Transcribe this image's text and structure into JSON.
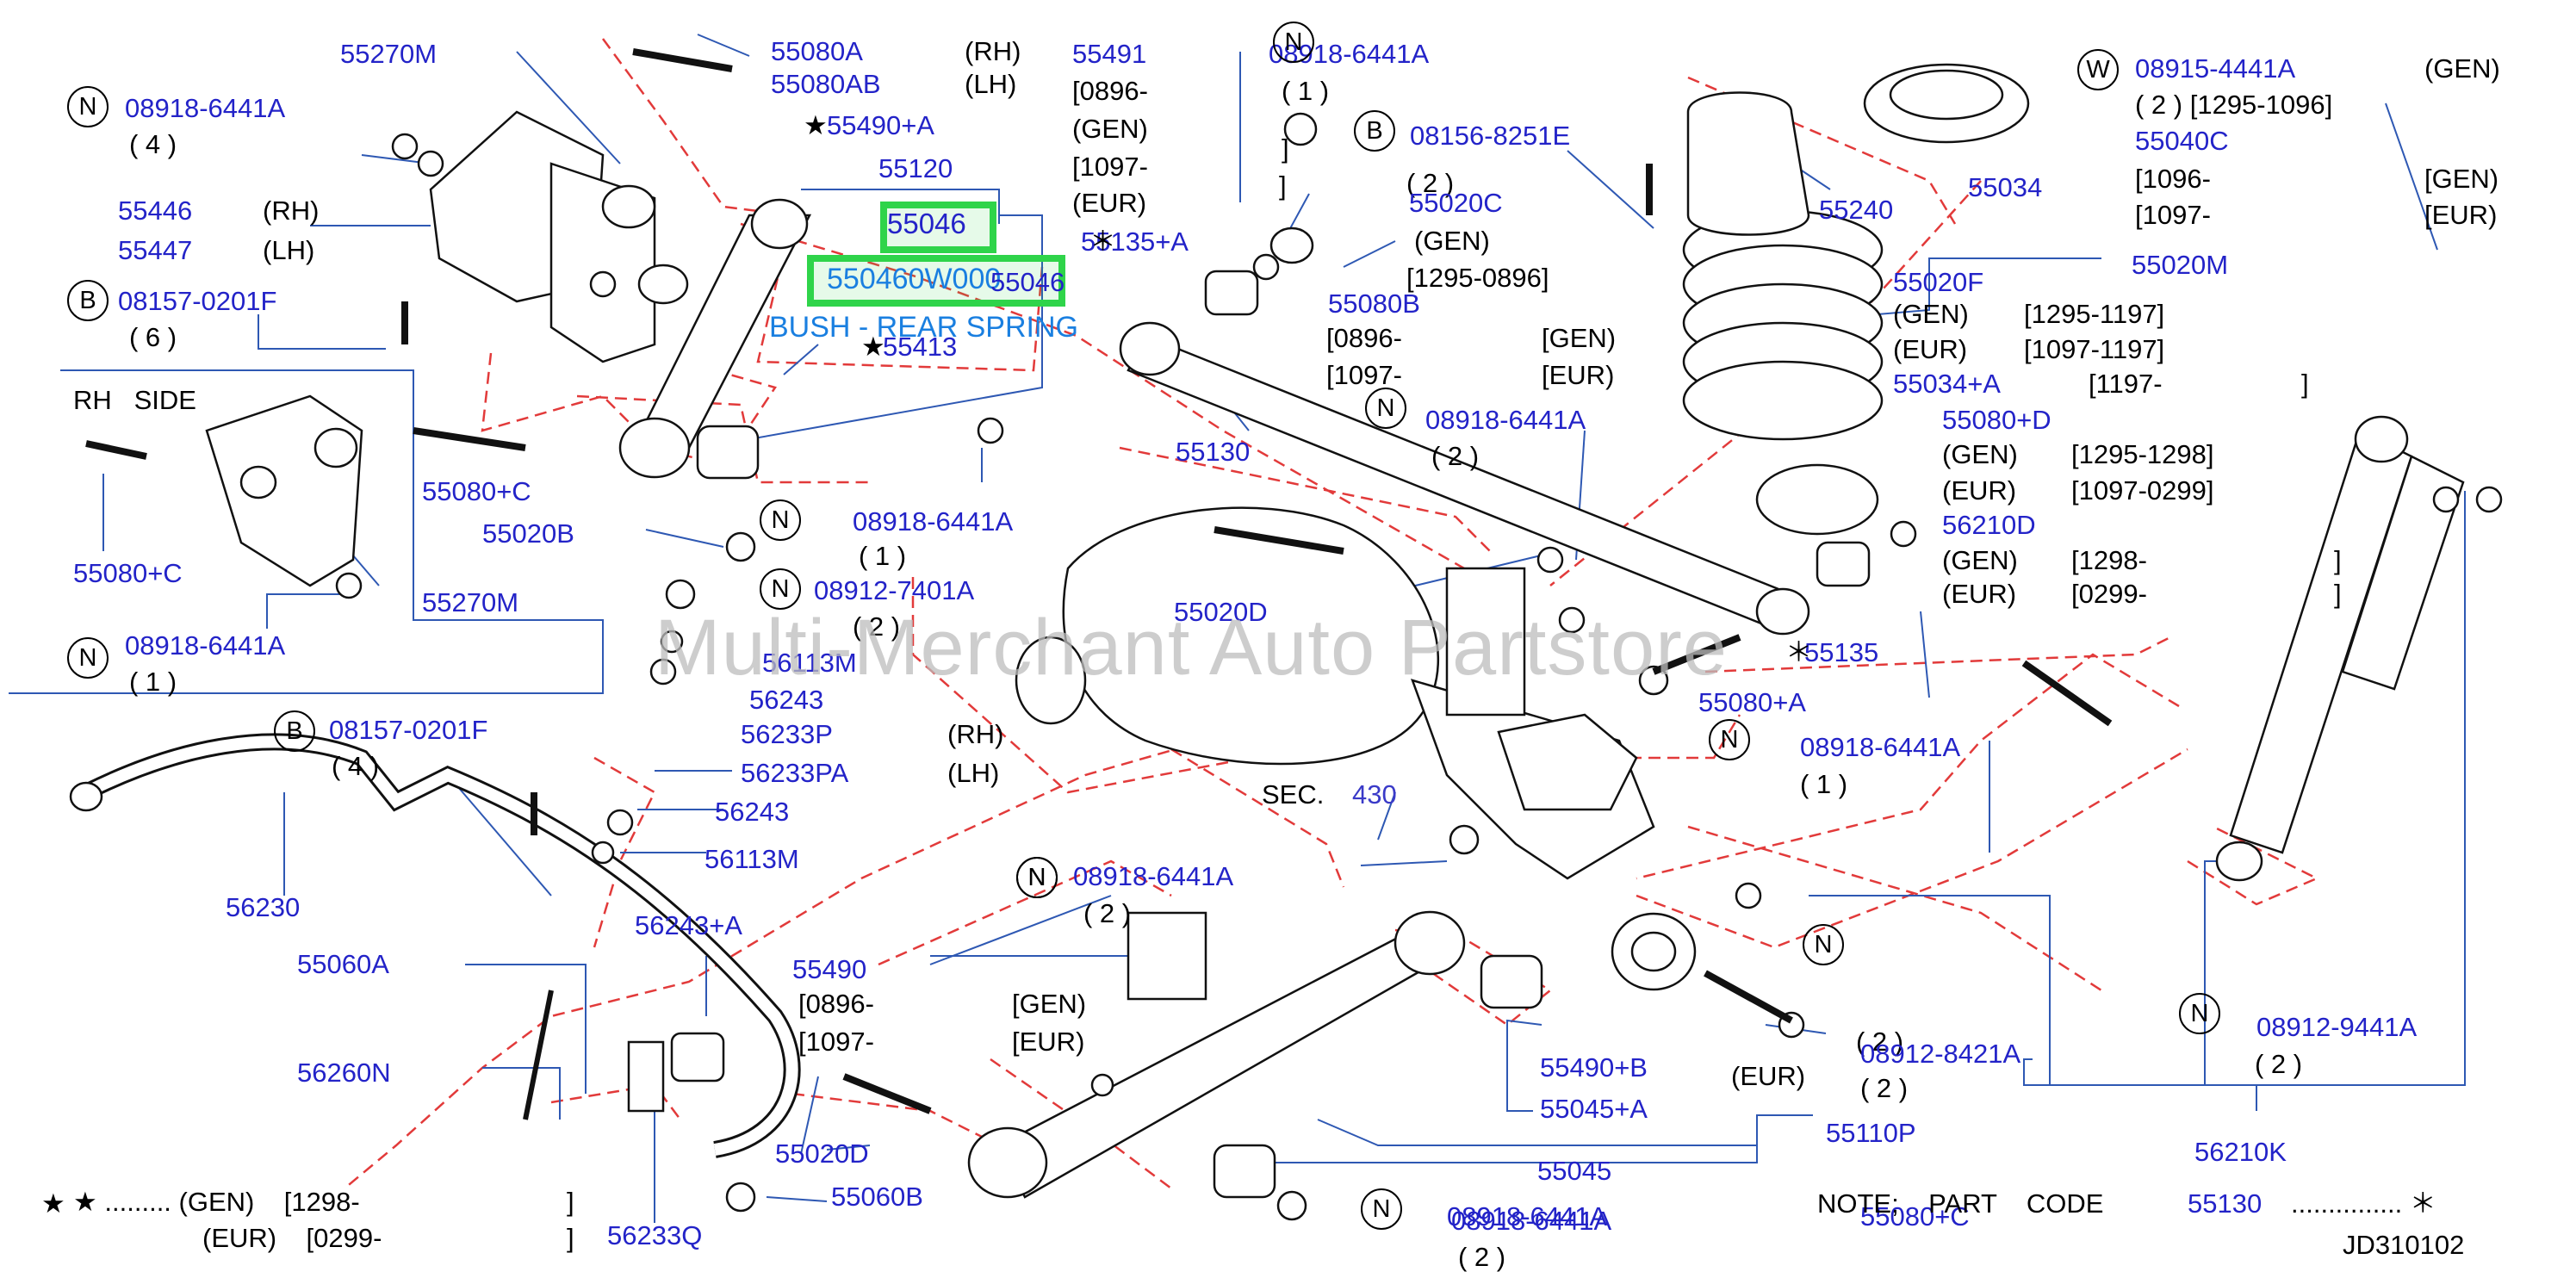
{
  "diagram_code": "JD310102",
  "watermark": "Multi-Merchant Auto Partstore",
  "sec_label": "SEC.",
  "sec_number": "430",
  "highlight": {
    "selected_part": "55046",
    "popup_part": "550460W000",
    "popup_overlap": "55046",
    "popup_description": "BUSH - REAR SPRING"
  },
  "circle_letters": [
    "N",
    "N",
    "B",
    "B",
    "N",
    "N",
    "N",
    "N",
    "N",
    "B",
    "N",
    "N",
    "N",
    "N",
    "N",
    "W"
  ],
  "labels": [
    {
      "t": "55270M",
      "k": "pn"
    },
    {
      "t": "08918-6441A",
      "k": "pn"
    },
    {
      "t": "( 4 )",
      "k": "blk"
    },
    {
      "t": "55446",
      "k": "pn"
    },
    {
      "t": "(RH)",
      "k": "blk"
    },
    {
      "t": "55447",
      "k": "pn"
    },
    {
      "t": "(LH)",
      "k": "blk"
    },
    {
      "t": "08157-0201F",
      "k": "pn"
    },
    {
      "t": "( 6 )",
      "k": "blk"
    },
    {
      "t": "RH   SIDE",
      "k": "blk"
    },
    {
      "t": "55080+C",
      "k": "pn"
    },
    {
      "t": "55080+C",
      "k": "pn"
    },
    {
      "t": "55020B",
      "k": "pn"
    },
    {
      "t": "55270M",
      "k": "pn"
    },
    {
      "t": "08918-6441A",
      "k": "pn"
    },
    {
      "t": "( 1 )",
      "k": "blk"
    },
    {
      "t": "55080A",
      "k": "pn"
    },
    {
      "t": "55080AB",
      "k": "pn"
    },
    {
      "t": "(RH)",
      "k": "blk"
    },
    {
      "t": "(LH)",
      "k": "blk"
    },
    {
      "t": "55490+A",
      "k": "pn"
    },
    {
      "t": "55491",
      "k": "pn"
    },
    {
      "t": "[0896-",
      "k": "blk"
    },
    {
      "t": "(GEN)",
      "k": "blk"
    },
    {
      "t": "[1097-",
      "k": "blk"
    },
    {
      "t": "(EUR)",
      "k": "blk"
    },
    {
      "t": "55120",
      "k": "pn"
    },
    {
      "t": "55135+A",
      "k": "pn"
    },
    {
      "t": "55413",
      "k": "pn"
    },
    {
      "t": "08918-6441A",
      "k": "pn"
    },
    {
      "t": "( 1 )",
      "k": "blk"
    },
    {
      "t": "08912-7401A",
      "k": "pn"
    },
    {
      "t": "( 2 )",
      "k": "blk"
    },
    {
      "t": "56113M",
      "k": "pn"
    },
    {
      "t": "56243",
      "k": "pn"
    },
    {
      "t": "56233P",
      "k": "pn"
    },
    {
      "t": "(RH)",
      "k": "blk"
    },
    {
      "t": "56233PA",
      "k": "pn"
    },
    {
      "t": "(LH)",
      "k": "blk"
    },
    {
      "t": "56243",
      "k": "pn"
    },
    {
      "t": "56113M",
      "k": "pn"
    },
    {
      "t": "08157-0201F",
      "k": "pn"
    },
    {
      "t": "( 4 )",
      "k": "blk"
    },
    {
      "t": "56230",
      "k": "pn"
    },
    {
      "t": "55060A",
      "k": "pn"
    },
    {
      "t": "56243+A",
      "k": "pn"
    },
    {
      "t": "56260N",
      "k": "pn"
    },
    {
      "t": "55490",
      "k": "pn"
    },
    {
      "t": "[0896-",
      "k": "blk"
    },
    {
      "t": "[1097-",
      "k": "blk"
    },
    {
      "t": "[GEN)",
      "k": "blk"
    },
    {
      "t": "[EUR)",
      "k": "blk"
    },
    {
      "t": "55020D",
      "k": "pn"
    },
    {
      "t": "55060B",
      "k": "pn"
    },
    {
      "t": "56233Q",
      "k": "pn"
    },
    {
      "t": "★ ......... (GEN)    [1298-",
      "k": "blk"
    },
    {
      "t": "]",
      "k": "blk"
    },
    {
      "t": "(EUR)    [0299-",
      "k": "blk"
    },
    {
      "t": "]",
      "k": "blk"
    },
    {
      "t": "08918-6441A",
      "k": "pn"
    },
    {
      "t": "( 2 )",
      "k": "blk"
    },
    {
      "t": "08918-6441A",
      "k": "pn"
    },
    {
      "t": "( 1 )",
      "k": "blk"
    },
    {
      "t": "]",
      "k": "blk"
    },
    {
      "t": "]",
      "k": "blk"
    },
    {
      "t": "08156-8251E",
      "k": "pn"
    },
    {
      "t": "( 2 )",
      "k": "blk"
    },
    {
      "t": "55020C",
      "k": "pn"
    },
    {
      "t": "(GEN)",
      "k": "blk"
    },
    {
      "t": "[1295-0896]",
      "k": "blk"
    },
    {
      "t": "55080B",
      "k": "pn"
    },
    {
      "t": "[0896-",
      "k": "blk"
    },
    {
      "t": "[GEN)",
      "k": "blk"
    },
    {
      "t": "[1097-",
      "k": "blk"
    },
    {
      "t": "[EUR)",
      "k": "blk"
    },
    {
      "t": "55130",
      "k": "pn"
    },
    {
      "t": "08918-6441A",
      "k": "pn"
    },
    {
      "t": "( 2 )",
      "k": "blk"
    },
    {
      "t": "55020D",
      "k": "pn"
    },
    {
      "t": "55135",
      "k": "pn"
    },
    {
      "t": "55080+A",
      "k": "pn"
    },
    {
      "t": "08918-6441A",
      "k": "pn"
    },
    {
      "t": "( 1 )",
      "k": "blk"
    },
    {
      "t": "08918-6441A",
      "k": "pn"
    },
    {
      "t": "( 2 )",
      "k": "blk"
    },
    {
      "t": "55490+B",
      "k": "pn"
    },
    {
      "t": "55045+A",
      "k": "pn"
    },
    {
      "t": "(EUR)",
      "k": "blk"
    },
    {
      "t": "55045",
      "k": "pn"
    },
    {
      "t": "55110P",
      "k": "pn"
    },
    {
      "t": "08918-6441A",
      "k": "pn"
    },
    {
      "t": "( 2 )",
      "k": "blk"
    },
    {
      "t": "55080+C",
      "k": "pn"
    },
    {
      "t": "08912-8421A",
      "k": "pn"
    },
    {
      "t": "( 2 )",
      "k": "blk"
    },
    {
      "t": "55240",
      "k": "pn"
    },
    {
      "t": "55034",
      "k": "pn"
    },
    {
      "t": "55020M",
      "k": "pn"
    },
    {
      "t": "55020F",
      "k": "pn"
    },
    {
      "t": "(GEN)",
      "k": "blk"
    },
    {
      "t": "[1295-1197]",
      "k": "blk"
    },
    {
      "t": "(EUR)",
      "k": "blk"
    },
    {
      "t": "[1097-1197]",
      "k": "blk"
    },
    {
      "t": "55034+A",
      "k": "pn"
    },
    {
      "t": "[1197-",
      "k": "blk"
    },
    {
      "t": "]",
      "k": "blk"
    },
    {
      "t": "55080+D",
      "k": "pn"
    },
    {
      "t": "(GEN)",
      "k": "blk"
    },
    {
      "t": "[1295-1298]",
      "k": "blk"
    },
    {
      "t": "(EUR)",
      "k": "blk"
    },
    {
      "t": "[1097-0299]",
      "k": "blk"
    },
    {
      "t": "56210D",
      "k": "pn"
    },
    {
      "t": "(GEN)",
      "k": "blk"
    },
    {
      "t": "[1298-",
      "k": "blk"
    },
    {
      "t": "]",
      "k": "blk"
    },
    {
      "t": "(EUR)",
      "k": "blk"
    },
    {
      "t": "[0299-",
      "k": "blk"
    },
    {
      "t": "]",
      "k": "blk"
    },
    {
      "t": "08915-4441A",
      "k": "pn"
    },
    {
      "t": "(GEN)",
      "k": "blk"
    },
    {
      "t": "( 2 ) [1295-1096]",
      "k": "blk"
    },
    {
      "t": "55040C",
      "k": "pn"
    },
    {
      "t": "[1096-",
      "k": "blk"
    },
    {
      "t": "[GEN)",
      "k": "blk"
    },
    {
      "t": "[1097-",
      "k": "blk"
    },
    {
      "t": "[EUR)",
      "k": "blk"
    },
    {
      "t": "08912-9441A",
      "k": "pn"
    },
    {
      "t": "( 2 )",
      "k": "blk"
    },
    {
      "t": "56210K",
      "k": "pn"
    },
    {
      "t": "NOTE;    PART    CODE",
      "k": "blk"
    },
    {
      "t": "55130",
      "k": "pn"
    },
    {
      "t": "............... ＊",
      "k": "blk"
    },
    {
      "t": "★",
      "k": "blk"
    },
    {
      "t": "★",
      "k": "blk"
    },
    {
      "t": "★",
      "k": "blk"
    },
    {
      "t": "＊",
      "k": "blk"
    },
    {
      "t": "＊",
      "k": "blk"
    }
  ]
}
